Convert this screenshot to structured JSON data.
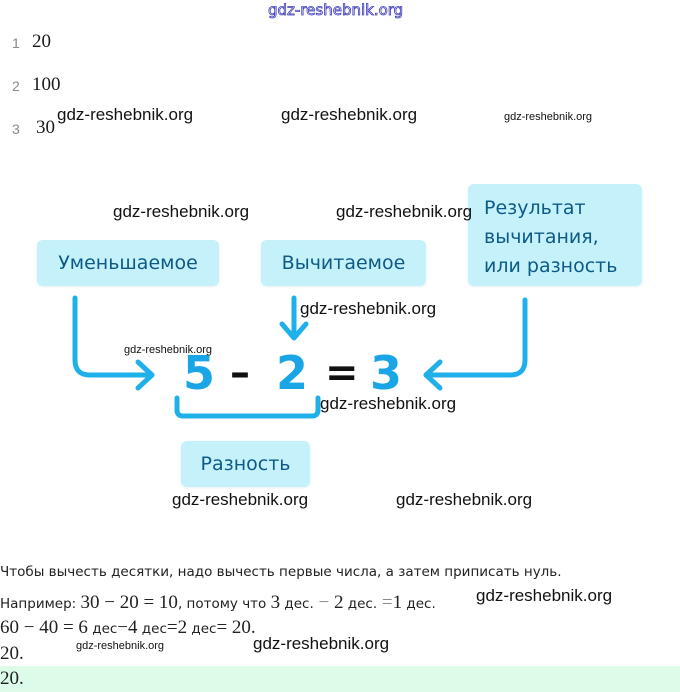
{
  "watermark": "gdz-reshebnik.org",
  "answers": [
    {
      "num": "1",
      "value": "20"
    },
    {
      "num": "2",
      "value": "100"
    },
    {
      "num": "3",
      "value": "30"
    }
  ],
  "diagram": {
    "minuend_label": "Уменьшаемое",
    "subtrahend_label": "Вычитаемое",
    "result_label_lines": [
      "Результат",
      "вычитания,",
      "или разность"
    ],
    "difference_label": "Разность",
    "equation": {
      "a": "5",
      "minus": "–",
      "b": "2",
      "equals": "=",
      "c": "3"
    },
    "accent_color": "#1aa6e6",
    "box_color": "#c5f1fb",
    "box_text_color": "#0d5a86"
  },
  "explanation": {
    "rule": "Чтобы вычесть десятки, надо вычесть первые числа, а затем приписать нуль.",
    "example_prefix": "Например:",
    "example_math": "30 − 20 = 10",
    "example_mid": ", потому что",
    "ex_3": "3",
    "ex_dec1": " дес.",
    "ex_minus": " − ",
    "ex_2": "2",
    "ex_dec2": " дес.",
    "ex_eq": " =",
    "ex_1": "1",
    "ex_dec3": " дес.",
    "line2_a": "60 − 40 = 6",
    "line2_dec1": " дес",
    "line2_b": "−4",
    "line2_dec2": " дес",
    "line2_c": "=2",
    "line2_dec3": " дес",
    "line2_d": "= 20.",
    "line3": "20.",
    "line4": "20."
  }
}
